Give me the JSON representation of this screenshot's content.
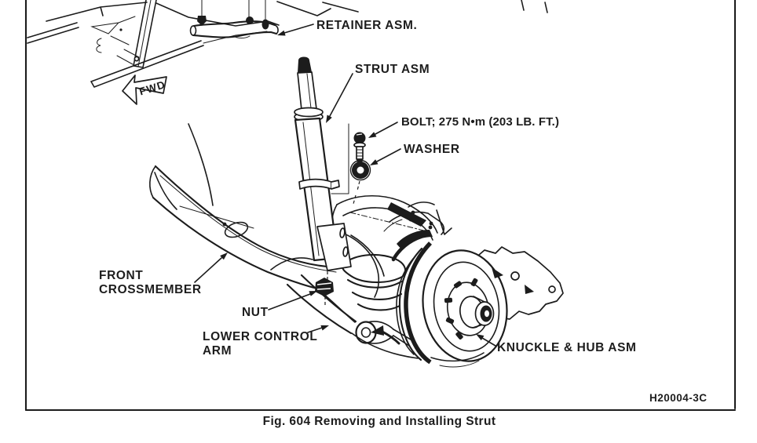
{
  "colors": {
    "ink": "#1c1c1c",
    "paper": "#ffffff"
  },
  "figure": {
    "caption": "Fig. 604 Removing and Installing Strut",
    "drawing_number": "H20004-3C",
    "fwd_label": "FWD"
  },
  "callouts": {
    "retainer": "RETAINER ASM.",
    "strut": "STRUT ASM",
    "bolt": "BOLT; 275 N•m (203 LB. FT.)",
    "washer": "WASHER",
    "crossmember_line1": "FRONT",
    "crossmember_line2": "CROSSMEMBER",
    "nut": "NUT",
    "lower_control_arm_line1": "LOWER CONTROL",
    "lower_control_arm_line2": "ARM",
    "knuckle_hub": "KNUCKLE & HUB ASM"
  }
}
